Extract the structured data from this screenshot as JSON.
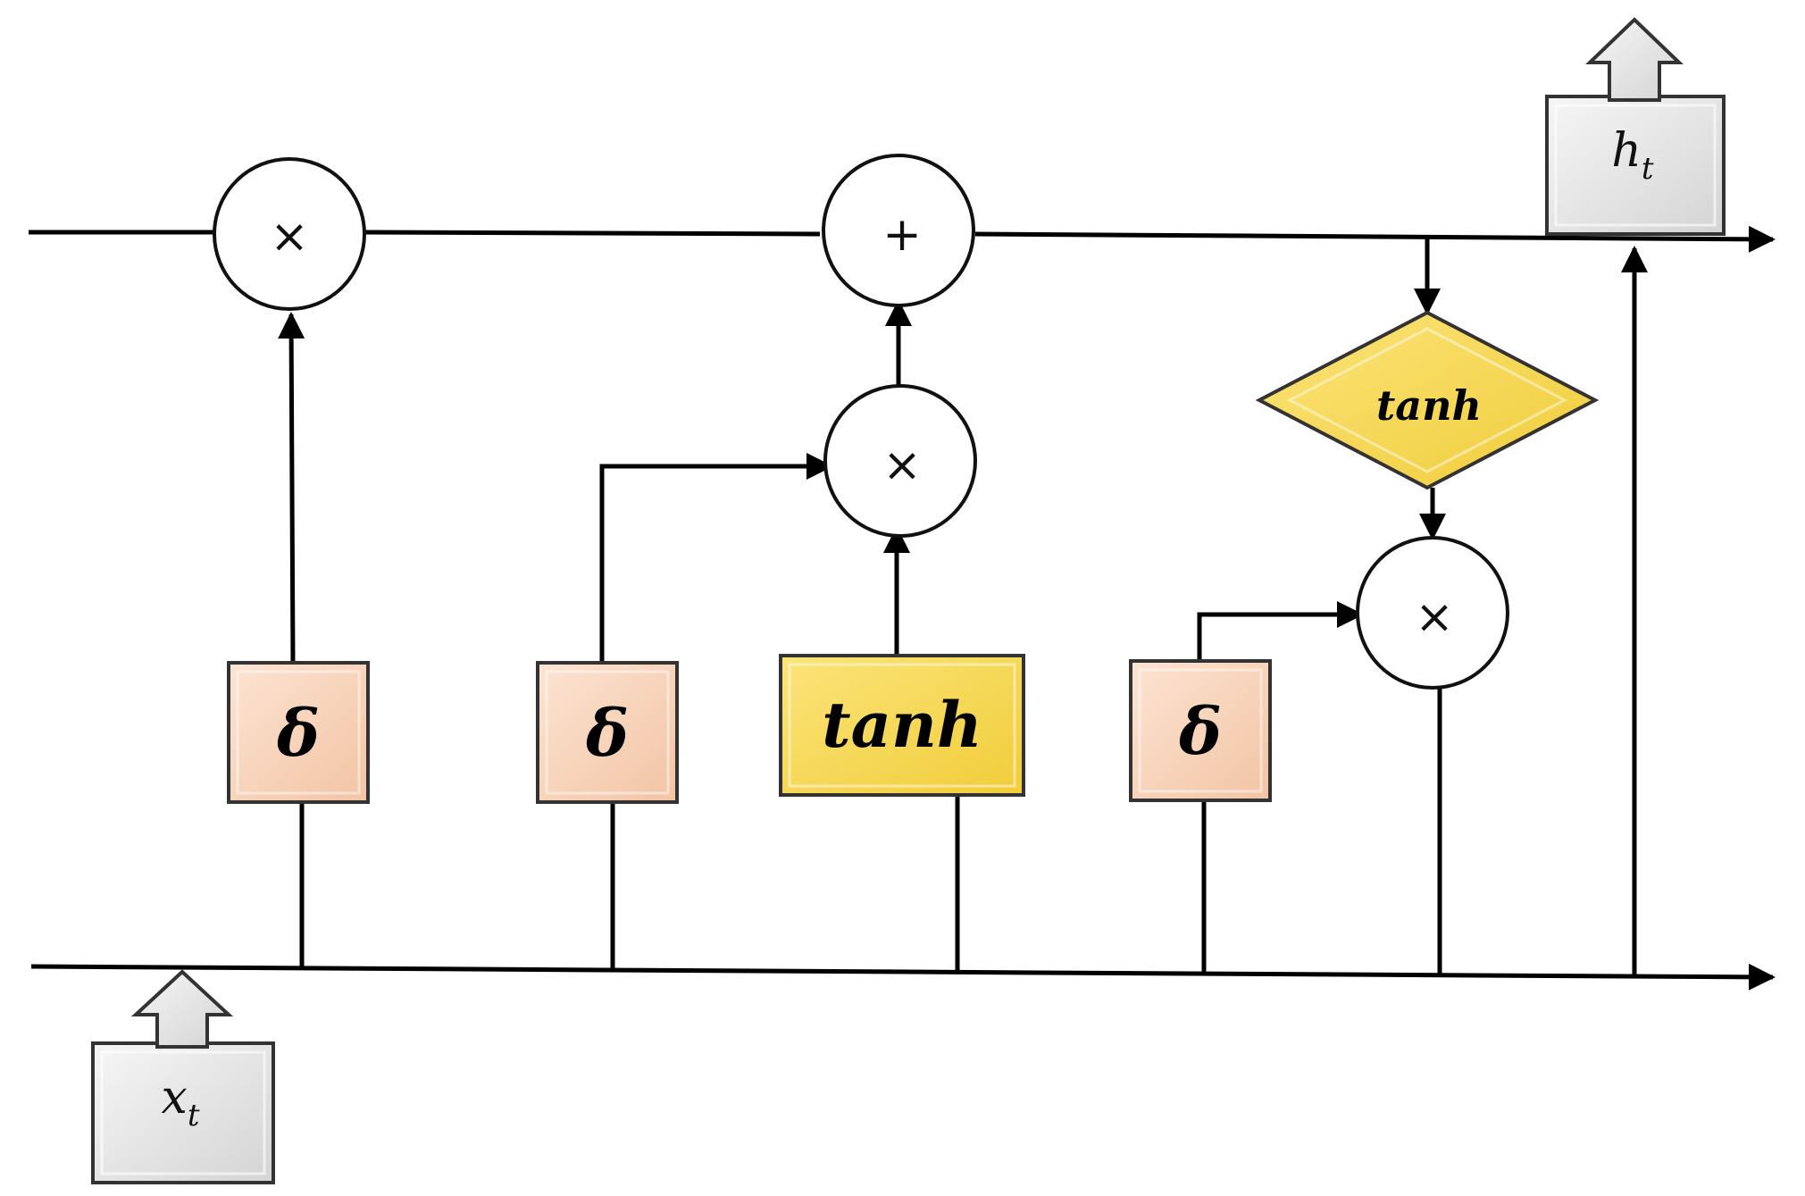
{
  "operators": {
    "forget_multiply": "×",
    "cell_add": "+",
    "input_multiply": "×",
    "output_multiply": "×"
  },
  "gates": {
    "forget_gate": "δ",
    "input_gate": "δ",
    "candidate": "tanh",
    "output_gate": "δ",
    "cell_tanh": "tanh"
  },
  "io": {
    "input_base": "x",
    "input_sub": "t",
    "output_base": "h",
    "output_sub": "t"
  },
  "colors": {
    "sigmoid_box": "#f7cdb0",
    "tanh_box": "#f7d64a",
    "io_box": "#e6e6e6",
    "line": "#000000"
  }
}
